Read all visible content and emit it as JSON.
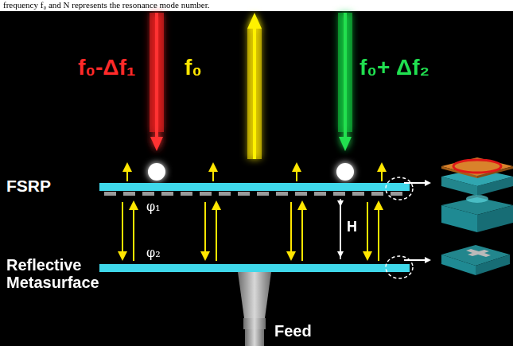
{
  "diagram": {
    "labels": [
      "frequency f₀ and N represents the resonance mode number.",
      "f₀-Δf₁",
      "f₀",
      "f₀+ Δf₂",
      "FSRP",
      "φ₁",
      "φ₂",
      "H",
      "Reflective Metasurface",
      "Feed"
    ]
  }
}
